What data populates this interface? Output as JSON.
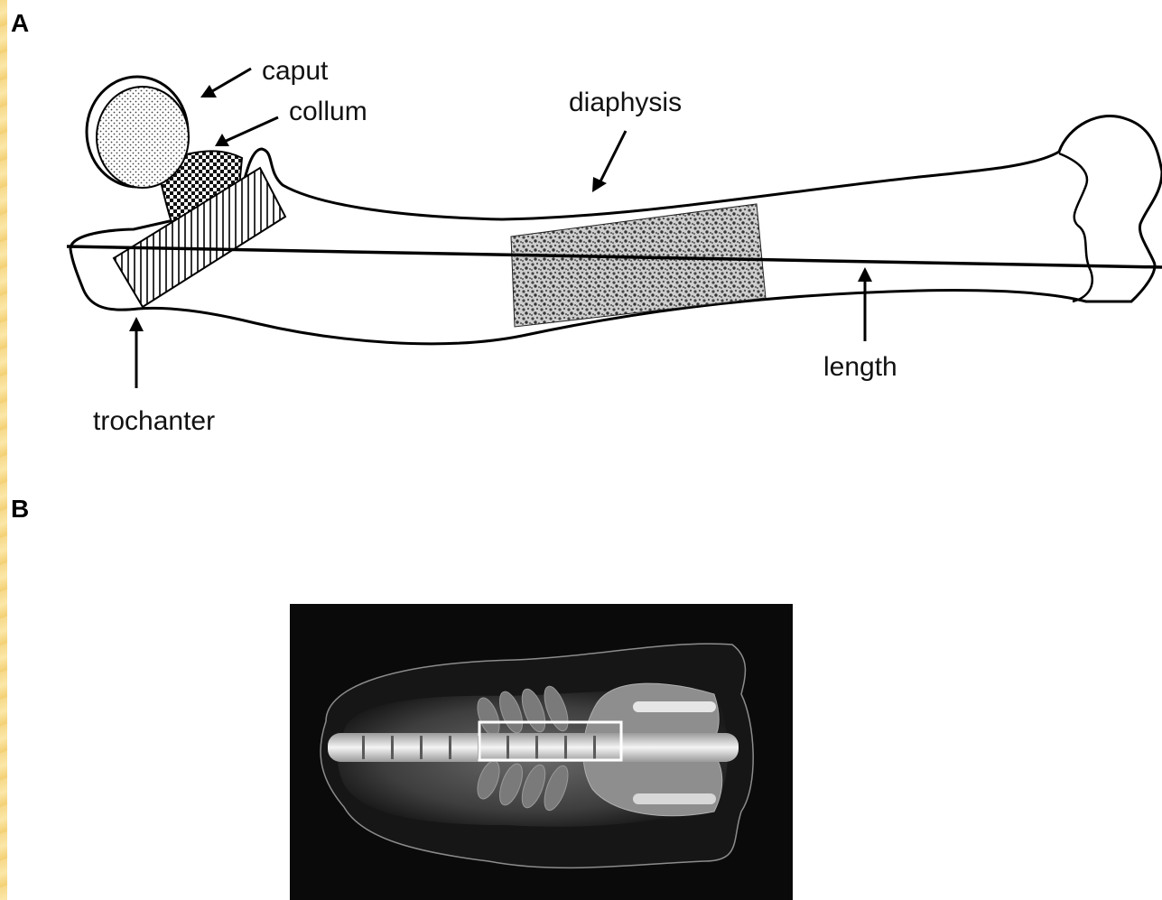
{
  "figure": {
    "panel_a": {
      "letter": "A",
      "labels": {
        "caput": "caput",
        "collum": "collum",
        "diaphysis": "diaphysis",
        "length": "length",
        "trochanter": "trochanter"
      }
    },
    "panel_b": {
      "letter": "B"
    }
  },
  "colors": {
    "page_background": "#fbf3cf",
    "figure_background": "#ffffff",
    "line": "#000000",
    "xray_background": "#0a0a0a",
    "roi_box": "#ffffff"
  }
}
